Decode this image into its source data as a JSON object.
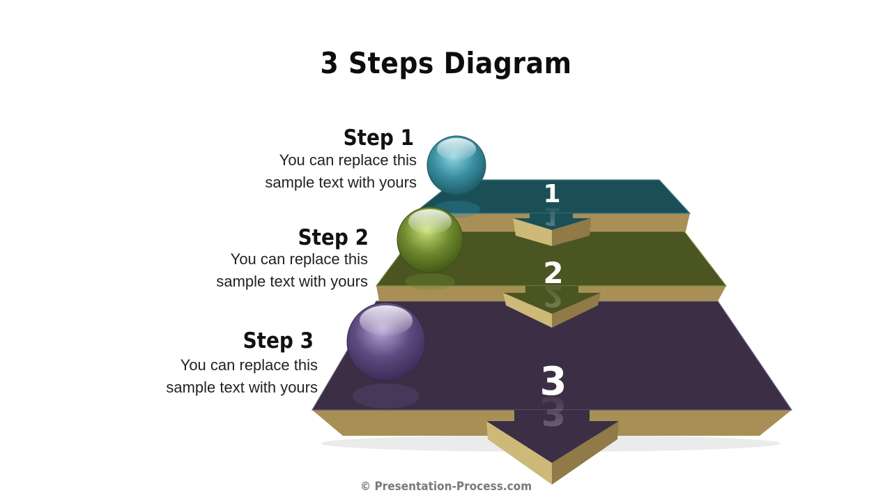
{
  "title": "3 Steps Diagram",
  "steps": [
    {
      "heading": "Step 1",
      "line1": "You can replace this",
      "line2": "sample text with yours",
      "number": "1",
      "color": "#1b4f57",
      "ball": "#2e8a9c"
    },
    {
      "heading": "Step 2",
      "line1": "You can replace this",
      "line2": "sample text with yours",
      "number": "2",
      "color": "#4a5522",
      "ball": "#6f8a2e"
    },
    {
      "heading": "Step 3",
      "line1": "You can replace this",
      "line2": "sample text with yours",
      "number": "3",
      "color": "#3b2e45",
      "ball": "#5e4a80"
    }
  ],
  "copyright": "© Presentation-Process.com",
  "colors": {
    "edge": "#a88f55",
    "edge_light": "#cdb978"
  }
}
